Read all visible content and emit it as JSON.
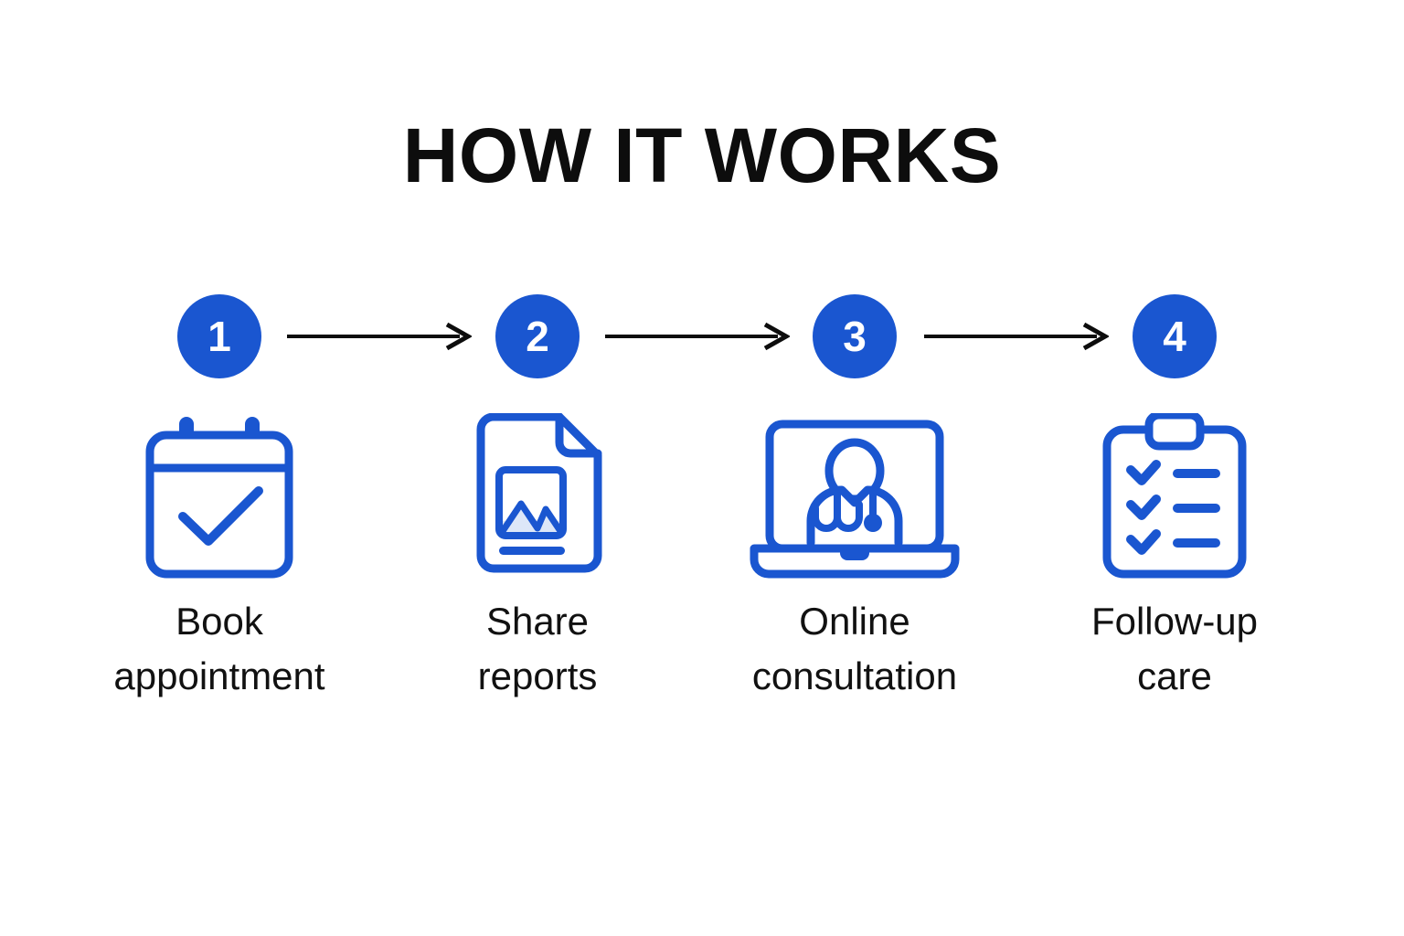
{
  "page": {
    "title": "HOW IT WORKS",
    "background_color": "#ffffff",
    "accent_color": "#1a56d0",
    "accent_light_color": "#dde7f8",
    "text_color": "#111111",
    "arrow_color": "#0d0d0d"
  },
  "steps": [
    {
      "number": "1",
      "label": "Book\nappointment",
      "icon": "calendar-check-icon"
    },
    {
      "number": "2",
      "label": "Share\nreports",
      "icon": "document-image-icon"
    },
    {
      "number": "3",
      "label": "Online\nconsultation",
      "icon": "laptop-doctor-icon"
    },
    {
      "number": "4",
      "label": "Follow-up\ncare",
      "icon": "clipboard-checklist-icon"
    }
  ],
  "connectors": [
    {
      "name": "arrow-1-to-2"
    },
    {
      "name": "arrow-2-to-3"
    },
    {
      "name": "arrow-3-to-4"
    }
  ]
}
